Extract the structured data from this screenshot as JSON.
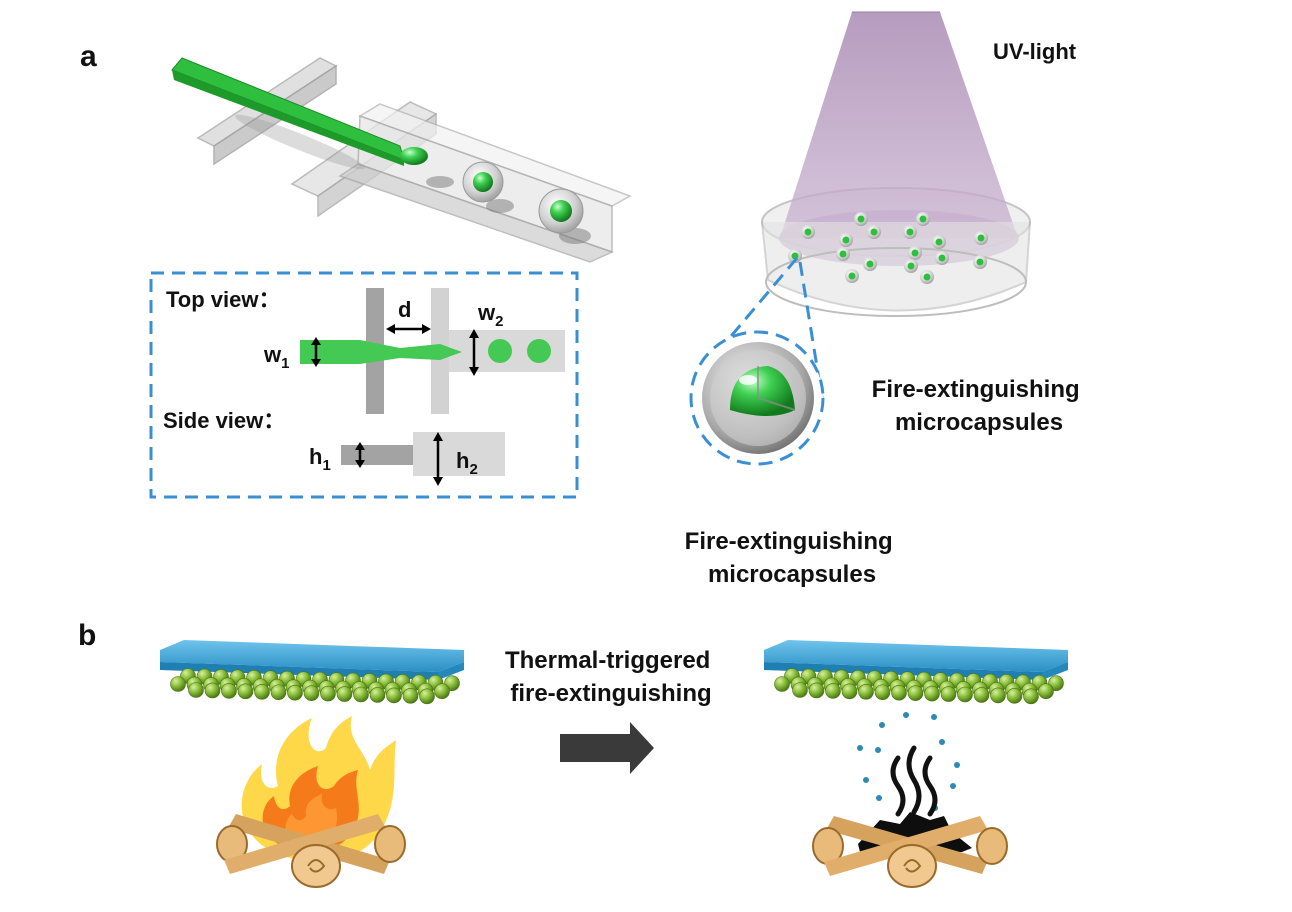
{
  "panels": {
    "a": {
      "label": "a",
      "uv_label": "UV-light",
      "inset": {
        "top_view": "Top view：",
        "side_view": "Side view：",
        "d": "d",
        "w1_base": "w",
        "w1_sub": "1",
        "w2_base": "w",
        "w2_sub": "2",
        "h1_base": "h",
        "h1_sub": "1",
        "h2_base": "h",
        "h2_sub": "2"
      },
      "capsule_label_line1": "Fire-extinguishing",
      "capsule_label_line2": "microcapsules",
      "caption_line1": "Fire-extinguishing",
      "caption_line2": "microcapsules"
    },
    "b": {
      "label": "b",
      "arrow_label_line1": "Thermal-triggered",
      "arrow_label_line2": "fire-extinguishing"
    }
  },
  "colors": {
    "inset_border": "#3a8fd4",
    "green": "#38c24a",
    "channel_gray": "#b5b5b5",
    "blue_sheet": "#3aa5d8",
    "bead_green": "#8bbf3c",
    "flame_yellow": "#ffd84a",
    "flame_orange": "#f47a1a",
    "log_tan": "#e6b673",
    "uv_purple": "#b89bc4",
    "arrow_dark": "#3a3a3a"
  }
}
